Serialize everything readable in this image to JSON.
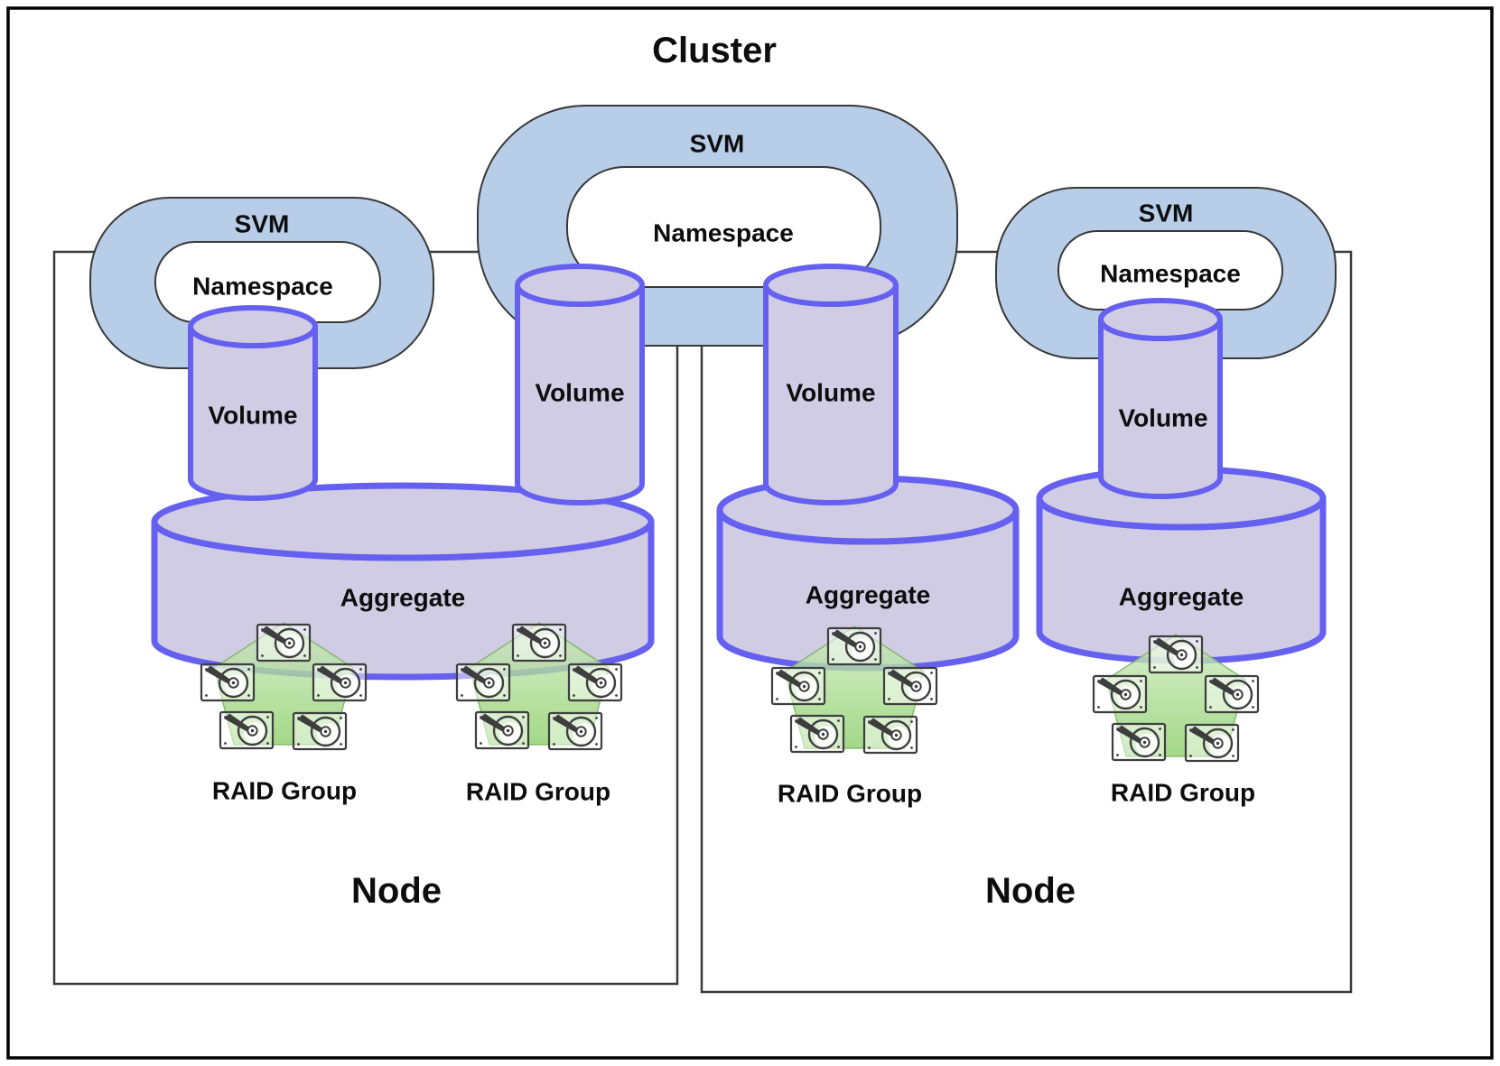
{
  "title": "Cluster",
  "svms": [
    {
      "label": "SVM",
      "namespace_label": "Namespace"
    },
    {
      "label": "SVM",
      "namespace_label": "Namespace"
    },
    {
      "label": "SVM",
      "namespace_label": "Namespace"
    }
  ],
  "volumes": [
    {
      "label": "Volume"
    },
    {
      "label": "Volume"
    },
    {
      "label": "Volume"
    },
    {
      "label": "Volume"
    }
  ],
  "aggregates": [
    {
      "label": "Aggregate"
    },
    {
      "label": "Aggregate"
    },
    {
      "label": "Aggregate"
    }
  ],
  "raid_groups": [
    {
      "label": "RAID Group"
    },
    {
      "label": "RAID Group"
    },
    {
      "label": "RAID Group"
    },
    {
      "label": "RAID Group"
    }
  ],
  "nodes": [
    {
      "label": "Node"
    },
    {
      "label": "Node"
    }
  ],
  "colors": {
    "svm_ring_fill": "#b8cde8",
    "namespace_fill": "#ffffff",
    "cylinder_fill": "#cfcce4",
    "cylinder_stroke": "#6660f0",
    "raid_green_light": "#d0ebc0",
    "raid_green_dark": "#89ce66",
    "disk_stroke": "#3e3e3e",
    "outline": "#383838",
    "border": "#000000"
  }
}
